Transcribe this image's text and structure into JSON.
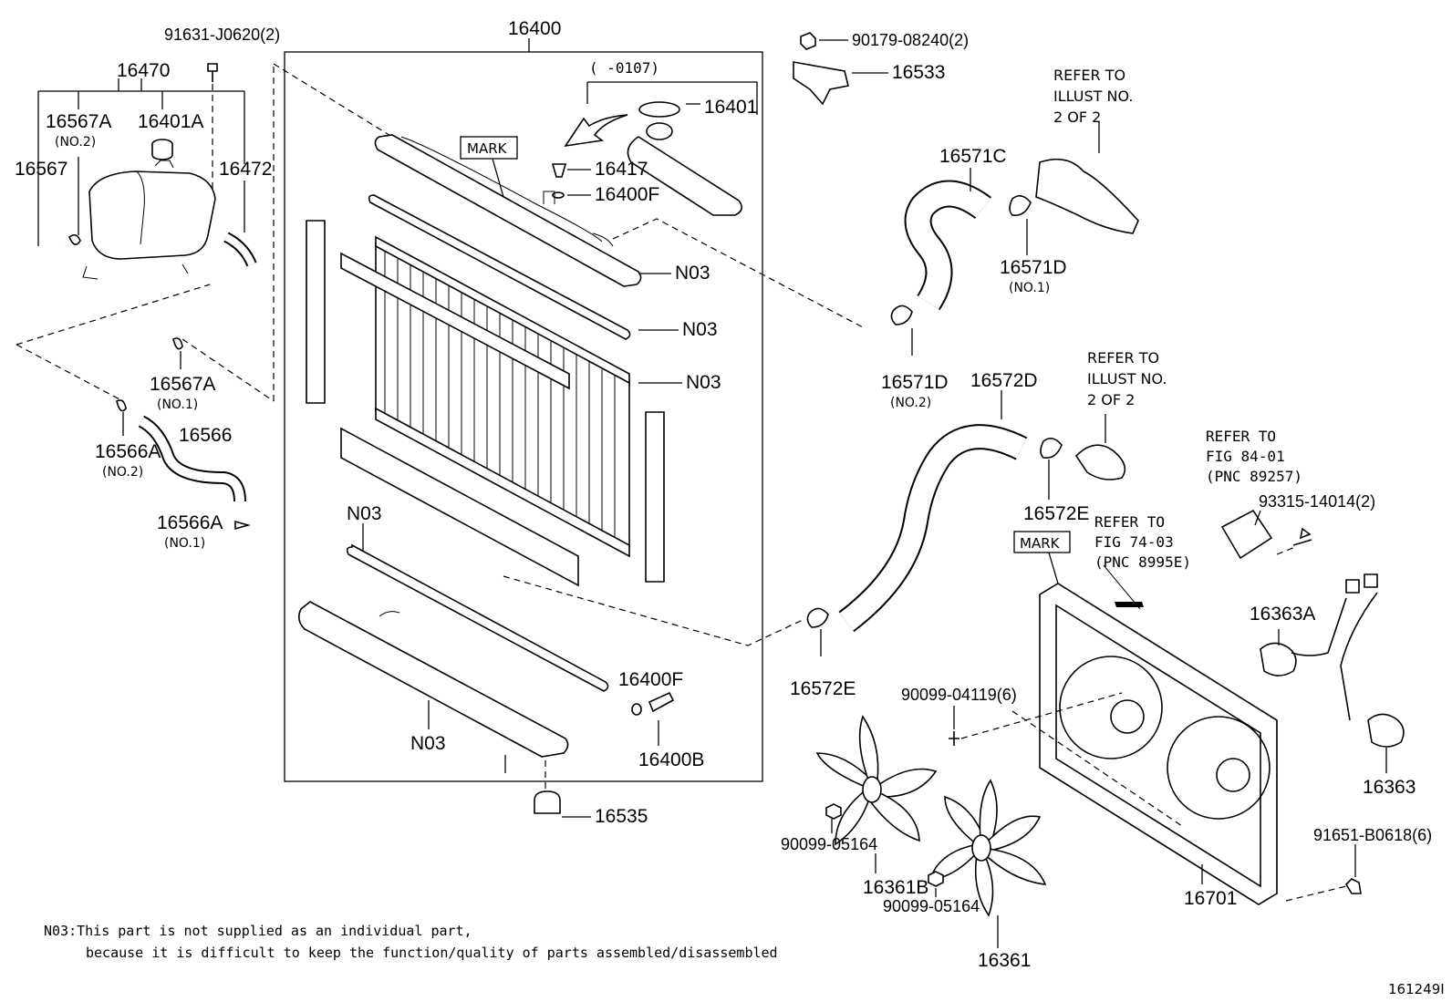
{
  "labels": {
    "p16400": "16400",
    "p91631": "91631-J0620(2)",
    "p16470": "16470",
    "p16567A_top": "16567A",
    "no2_a": "(NO.2)",
    "p16401A": "16401A",
    "p16567": "16567",
    "p16472": "16472",
    "p16567A_bot": "16567A",
    "no1_a": "(NO.1)",
    "p16566A_top": "16566A",
    "no2_b": "(NO.2)",
    "p16566": "16566",
    "p16566A_bot": "16566A",
    "no1_b": "(NO.1)",
    "range": "(      -0107)",
    "p16401": "16401",
    "mark1": "MARK",
    "p16417": "16417",
    "p16400F_top": "16400F",
    "n03_a": "N03",
    "n03_b": "N03",
    "n03_c": "N03",
    "n03_d": "N03",
    "n03_e": "N03",
    "p16400F_bot": "16400F",
    "p16400B": "16400B",
    "p16535": "16535",
    "p90179": "90179-08240(2)",
    "p16533": "16533",
    "ref1_l1": "REFER TO",
    "ref1_l2": "ILLUST NO.",
    "ref1_l3": "2 OF 2",
    "p16571C": "16571C",
    "p16571D_top": "16571D",
    "no1_c": "(NO.1)",
    "p16571D_bot": "16571D",
    "no2_c": "(NO.2)",
    "p16572D": "16572D",
    "ref2_l1": "REFER TO",
    "ref2_l2": "ILLUST NO.",
    "ref2_l3": "2 OF 2",
    "ref3_l1": "REFER TO",
    "ref3_l2": "FIG 84-01",
    "ref3_l3": "(PNC 89257)",
    "p93315": "93315-14014(2)",
    "p16572E_top": "16572E",
    "ref4_l1": "REFER TO",
    "ref4_l2": "FIG 74-03",
    "ref4_l3": "(PNC 8995E)",
    "mark2": "MARK",
    "p16363A": "16363A",
    "p16572E_bot": "16572E",
    "p90099_04119": "90099-04119(6)",
    "p16363": "16363",
    "p90099_05164_a": "90099-05164",
    "p16361B": "16361B",
    "p90099_05164_b": "90099-05164",
    "p91651": "91651-B0618(6)",
    "p16701": "16701",
    "p16361": "16361",
    "diagram_id": "161249I"
  },
  "note": {
    "line1": "N03:This part is not supplied as an individual part,",
    "line2": "because it is difficult to keep the function/quality of parts assembled/disassembled"
  }
}
